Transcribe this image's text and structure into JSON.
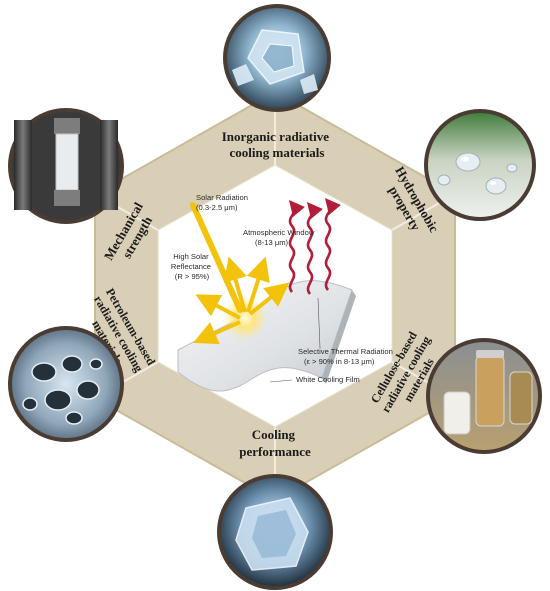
{
  "colors": {
    "hexagon_fill": "#d9cfb6",
    "hexagon_stroke": "#c8bb98",
    "circle_border": "#4a3b33",
    "solar_arrow": "#f3c20b",
    "thermal_wave": "#b21d3a",
    "center_bg": "#ffffff"
  },
  "segments": {
    "top": [
      "Inorganic radiative",
      "cooling materials"
    ],
    "upper_right": [
      "Hydrophobic",
      "property"
    ],
    "lower_right": [
      "Cellulose-based",
      "radiative cooling",
      "materials"
    ],
    "bottom": [
      "Cooling",
      "performance"
    ],
    "lower_left": [
      "Petroleum-based",
      "radiative cooling",
      "materials"
    ],
    "upper_left": [
      "Mechanical",
      "strength"
    ]
  },
  "photos": {
    "top": "ice-crystal-icon",
    "upper_right": "water-droplets-icon",
    "lower_right": "cellulose-jars-icon",
    "bottom": "ice-cube-icon",
    "lower_left": "foam-structure-icon",
    "upper_left": "tensile-test-icon"
  },
  "center": {
    "solar_radiation": [
      "Solar Radiation",
      "(0.3-2.5 μm)"
    ],
    "atmospheric_window": [
      "Atmospheric Window",
      "(8-13 μm)"
    ],
    "high_reflectance": [
      "High Solar",
      "Reflectance",
      "(R > 95%)"
    ],
    "selective_thermal": [
      "Selective Thermal Radiation",
      "(ε > 90% in 8-13 μm)"
    ],
    "film_label": "White Cooling Film"
  }
}
